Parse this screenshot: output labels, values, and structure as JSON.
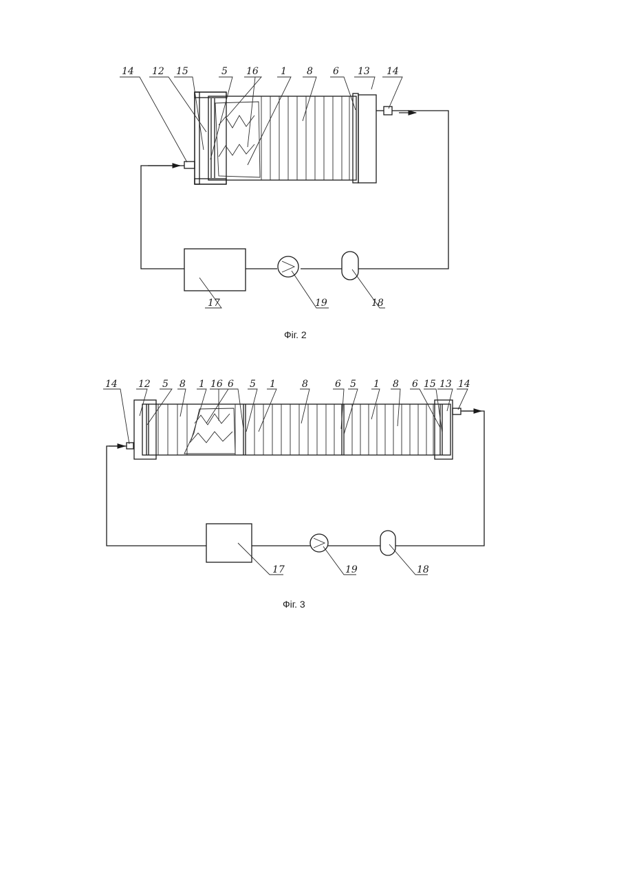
{
  "figures": [
    {
      "caption": "Фіг. 2",
      "labels": {
        "l14a": "14",
        "l12": "12",
        "l15": "15",
        "l5": "5",
        "l16": "16",
        "l1": "1",
        "l8": "8",
        "l6": "6",
        "l13": "13",
        "l14b": "14",
        "l17": "17",
        "l19": "19",
        "l18": "18"
      }
    },
    {
      "caption": "Фіг. 3",
      "labels": {
        "l14a": "14",
        "l12": "12",
        "l5a": "5",
        "l8a": "8",
        "l1a": "1",
        "l16": "16",
        "l6a": "6",
        "l5b": "5",
        "l1b": "1",
        "l8b": "8",
        "l6b": "6",
        "l5c": "5",
        "l1c": "1",
        "l8c": "8",
        "l6c": "6",
        "l15": "15",
        "l13": "13",
        "l14b": "14",
        "l17": "17",
        "l19": "19",
        "l18": "18"
      }
    }
  ]
}
